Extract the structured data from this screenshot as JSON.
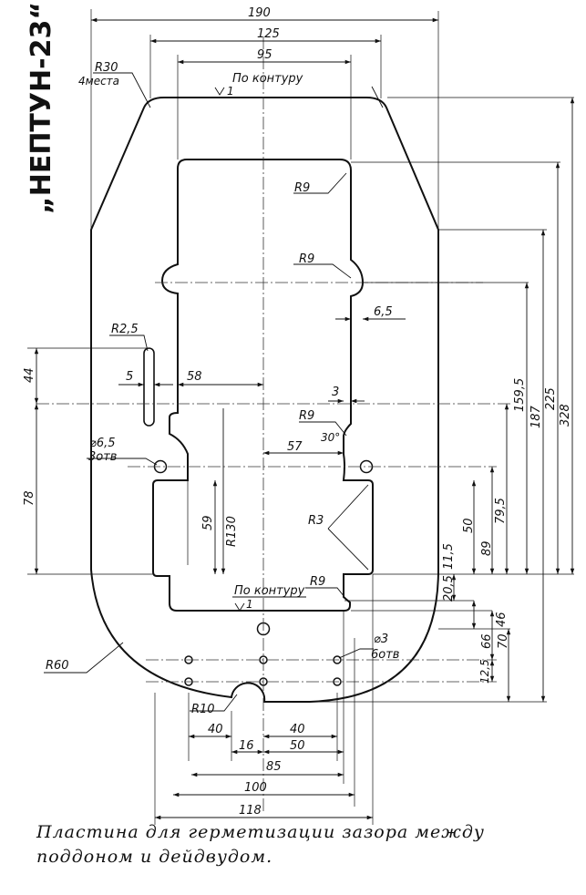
{
  "title": "„НЕПТУН-23“",
  "caption": "Пластина для герметизации зазора между поддоном и дейдвудом.",
  "dimensions": {
    "d190": "190",
    "d125": "125",
    "d95": "95",
    "r30": "R30",
    "four_places": "4места",
    "contour_top": "По контуру",
    "rough_top": "1",
    "r9_a": "R9",
    "r9_b": "R9",
    "d6_5": "6,5",
    "r2_5": "R2,5",
    "d5": "5",
    "d44": "44",
    "d58": "58",
    "d3": "3",
    "r9_c": "R9",
    "a30": "30°",
    "d57": "57",
    "hole6_5": "⌀6,5",
    "holes3": "3отв",
    "d78": "78",
    "d59": "59",
    "r130": "R130",
    "r3": "R3",
    "d159_5": "159,5",
    "d187": "187",
    "d225": "225",
    "d328": "328",
    "d79_5": "79,5",
    "d50": "50",
    "d89": "89",
    "d11_5": "11,5",
    "contour_bottom": "По контуру",
    "rough_bottom": "1",
    "r9_d": "R9",
    "d20_5": "20,5",
    "d46": "46",
    "d66": "66",
    "d70": "70",
    "hole3": "⌀3",
    "holes6": "6отв",
    "d12_5": "12,5",
    "r60": "R60",
    "r10": "R10",
    "d40a": "40",
    "d40b": "40",
    "d16": "16",
    "d50b": "50",
    "d85": "85",
    "d100": "100",
    "d118": "118"
  }
}
